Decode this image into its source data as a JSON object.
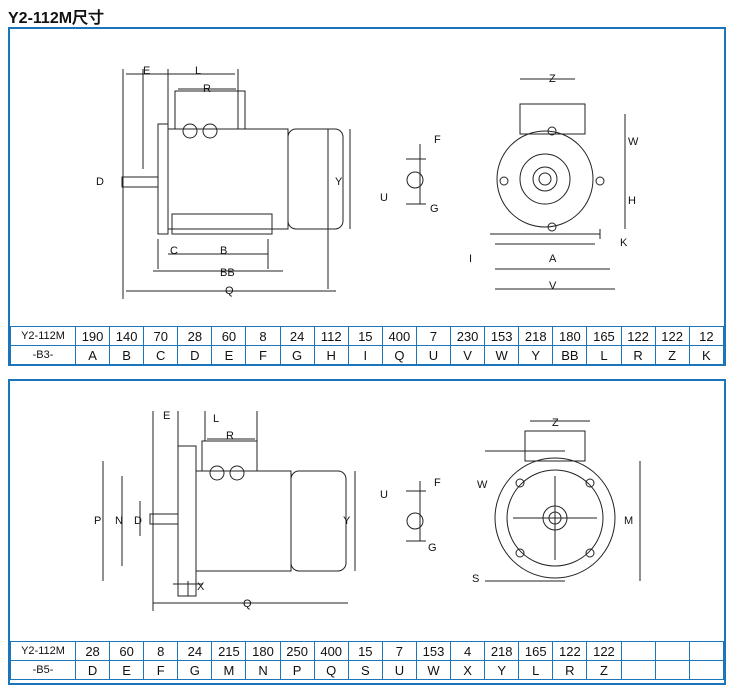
{
  "title": "Y2-112M尺寸",
  "b3": {
    "model": "Y2-112M",
    "variant": "-B3-",
    "values": [
      "190",
      "140",
      "70",
      "28",
      "60",
      "8",
      "24",
      "112",
      "15",
      "400",
      "7",
      "230",
      "153",
      "218",
      "180",
      "165",
      "122",
      "122",
      "12"
    ],
    "letters": [
      "A",
      "B",
      "C",
      "D",
      "E",
      "F",
      "G",
      "H",
      "I",
      "Q",
      "U",
      "V",
      "W",
      "Y",
      "BB",
      "L",
      "R",
      "Z",
      "K"
    ],
    "side_labels": [
      "E",
      "L",
      "R",
      "D",
      "Y",
      "C",
      "B",
      "BB",
      "Q"
    ],
    "key_labels": [
      "F",
      "U",
      "G"
    ],
    "front_labels": [
      "Z",
      "W",
      "H",
      "K",
      "I",
      "A",
      "V"
    ]
  },
  "b5": {
    "model": "Y2-112M",
    "variant": "-B5-",
    "values": [
      "28",
      "60",
      "8",
      "24",
      "215",
      "180",
      "250",
      "400",
      "15",
      "7",
      "153",
      "4",
      "218",
      "165",
      "122",
      "122",
      "",
      "",
      ""
    ],
    "letters": [
      "D",
      "E",
      "F",
      "G",
      "M",
      "N",
      "P",
      "Q",
      "S",
      "U",
      "W",
      "X",
      "Y",
      "L",
      "R",
      "Z",
      "",
      "",
      ""
    ],
    "side_labels": [
      "E",
      "L",
      "R",
      "P",
      "N",
      "D",
      "Y",
      "X",
      "Q"
    ],
    "key_labels": [
      "U",
      "F",
      "G"
    ],
    "front_labels": [
      "Z",
      "W",
      "M",
      "S"
    ]
  }
}
